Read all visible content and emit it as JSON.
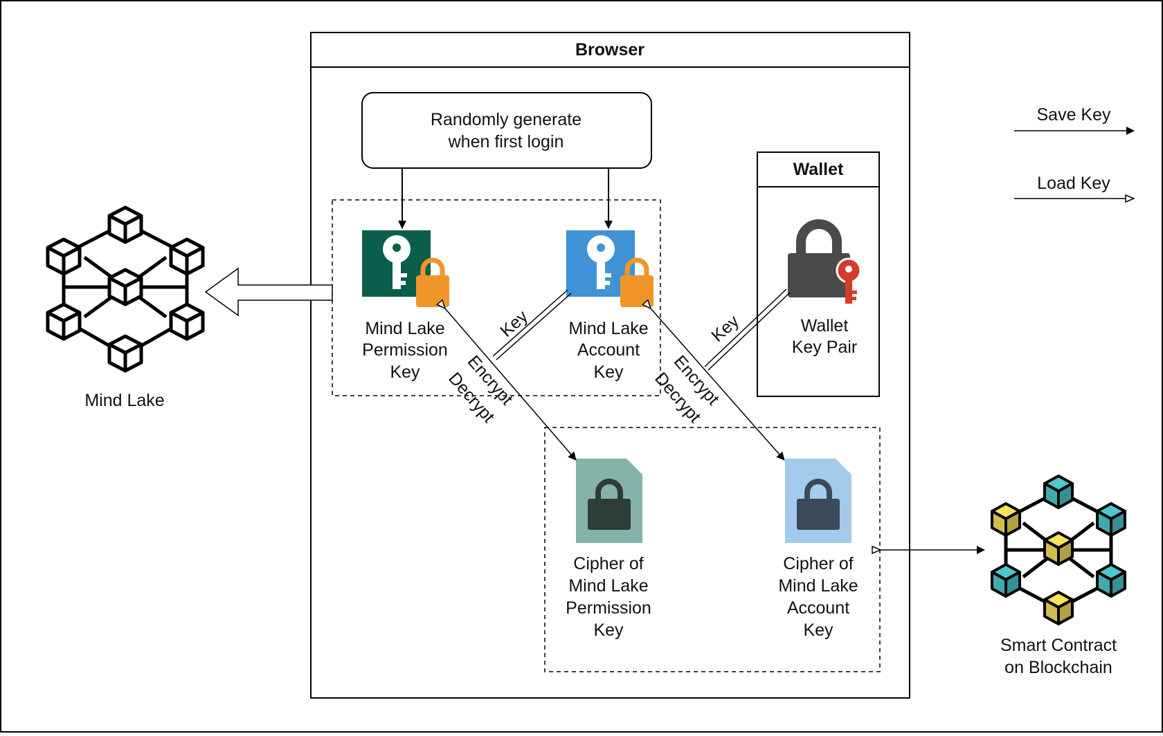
{
  "browser": {
    "title": "Browser"
  },
  "random_gen": {
    "line1": "Randomly generate",
    "line2": "when first login"
  },
  "wallet": {
    "title": "Wallet",
    "key_pair": {
      "line1": "Wallet",
      "line2": "Key Pair"
    }
  },
  "permission_key": {
    "line1": "Mind Lake",
    "line2": "Permission",
    "line3": "Key",
    "color": "#0b5e4a",
    "lock_color": "#f0952a"
  },
  "account_key": {
    "line1": "Mind Lake",
    "line2": "Account",
    "line3": "Key",
    "color": "#3f93d6",
    "lock_color": "#f0952a"
  },
  "cipher_permission": {
    "line1": "Cipher of",
    "line2": "Mind Lake",
    "line3": "Permission",
    "line4": "Key",
    "color": "#86b3a7"
  },
  "cipher_account": {
    "line1": "Cipher of",
    "line2": "Mind Lake",
    "line3": "Account",
    "line4": "Key",
    "color": "#a4cbec"
  },
  "edge_labels": {
    "key_1": "Key",
    "key_2": "Key",
    "encrypt_1": "Encrypt",
    "decrypt_1": "Decrypt",
    "encrypt_2": "Encrypt",
    "decrypt_2": "Decrypt"
  },
  "legend": {
    "save": "Save Key",
    "load": "Load Key"
  },
  "mind_lake": {
    "label": "Mind Lake"
  },
  "smart_contract": {
    "line1": "Smart Contract",
    "line2": "on Blockchain",
    "cube_yellow": "#f5e15c",
    "cube_teal": "#4dc8cf"
  }
}
